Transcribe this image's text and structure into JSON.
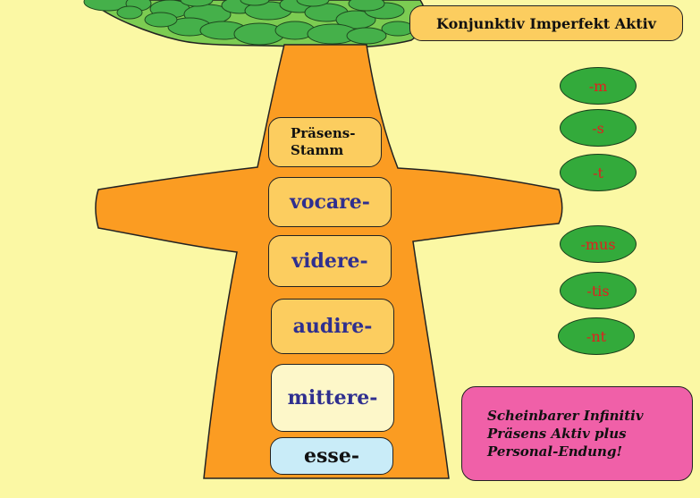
{
  "title": "Konjunktiv Imperfekt Aktiv",
  "stem_header": [
    "Präsens-",
    "Stamm"
  ],
  "stems": [
    {
      "label": "vocare-",
      "color": "#fccd5f",
      "text_color": "#2f2f8f"
    },
    {
      "label": "videre-",
      "color": "#fccd5f",
      "text_color": "#2f2f8f"
    },
    {
      "label": "audire-",
      "color": "#fccd5f",
      "text_color": "#2f2f8f"
    },
    {
      "label": "mittere-",
      "color": "#fdf7c9",
      "text_color": "#2f2f8f"
    },
    {
      "label": "esse-",
      "color": "#c9ecf8",
      "text_color": "#111111"
    }
  ],
  "endings": [
    "-m",
    "-s",
    "-t",
    "-mus",
    "-tis",
    "-nt"
  ],
  "note": [
    "Scheinbarer Infinitiv",
    "Präsens Aktiv plus",
    "Personal-Endung!"
  ],
  "colors": {
    "background": "#fbf8a4",
    "trunk": "#fb9c22",
    "foliage": "#7ccc52",
    "leaf": "#45b04a",
    "ending_fill": "#33aa3b",
    "ending_text": "#e21e1e",
    "note_fill": "#f060a8"
  }
}
